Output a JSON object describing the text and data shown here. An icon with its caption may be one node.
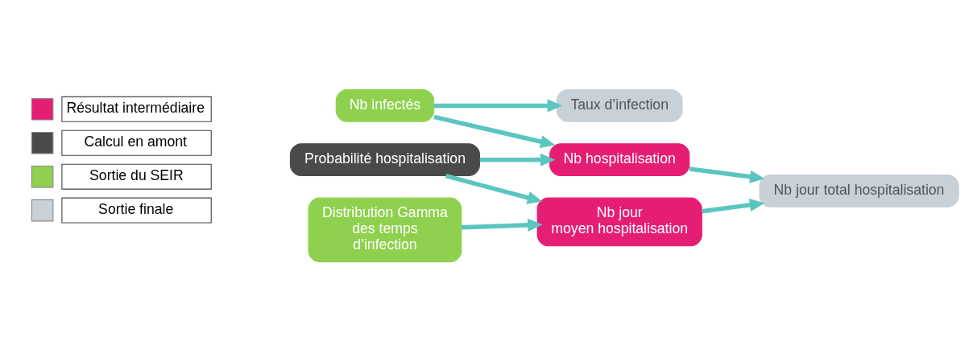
{
  "diagram": {
    "nodes": [
      {
        "text": [
          "Nb infectés"
        ]
      },
      {
        "text": [
          "Taux d’infection"
        ]
      },
      {
        "text": [
          "Probabilité hospitalisation"
        ]
      },
      {
        "text": [
          "Nb hospitalisation"
        ]
      },
      {
        "text": [
          "Distribution Gamma des temps d’infection"
        ]
      },
      {
        "text": [
          "Nb jour moyen hospitalisation"
        ]
      },
      {
        "text": [
          "Nb jour total hospitalisation"
        ]
      }
    ],
    "edges": [
      {
        "from": 0,
        "to": 1,
        "arrow": "to"
      },
      {
        "from": 0,
        "to": 3,
        "arrow": "to"
      },
      {
        "from": 2,
        "to": 3,
        "arrow": "to"
      },
      {
        "from": 2,
        "to": 5,
        "arrow": "to"
      },
      {
        "from": 4,
        "to": 5,
        "arrow": "to"
      },
      {
        "from": 3,
        "to": 6,
        "arrow": "to"
      },
      {
        "from": 5,
        "to": 6,
        "arrow": "to"
      }
    ],
    "legend": [
      {
        "text": "Résultat intermédiaire",
        "color": "#e61e73"
      },
      {
        "text": "Calcul en amont",
        "color": "#4a4a4a"
      },
      {
        "text": "Sortie du SEIR",
        "color": "#8fd14f"
      },
      {
        "text": "Sortie finale",
        "color": "#c8d0d8"
      }
    ]
  }
}
